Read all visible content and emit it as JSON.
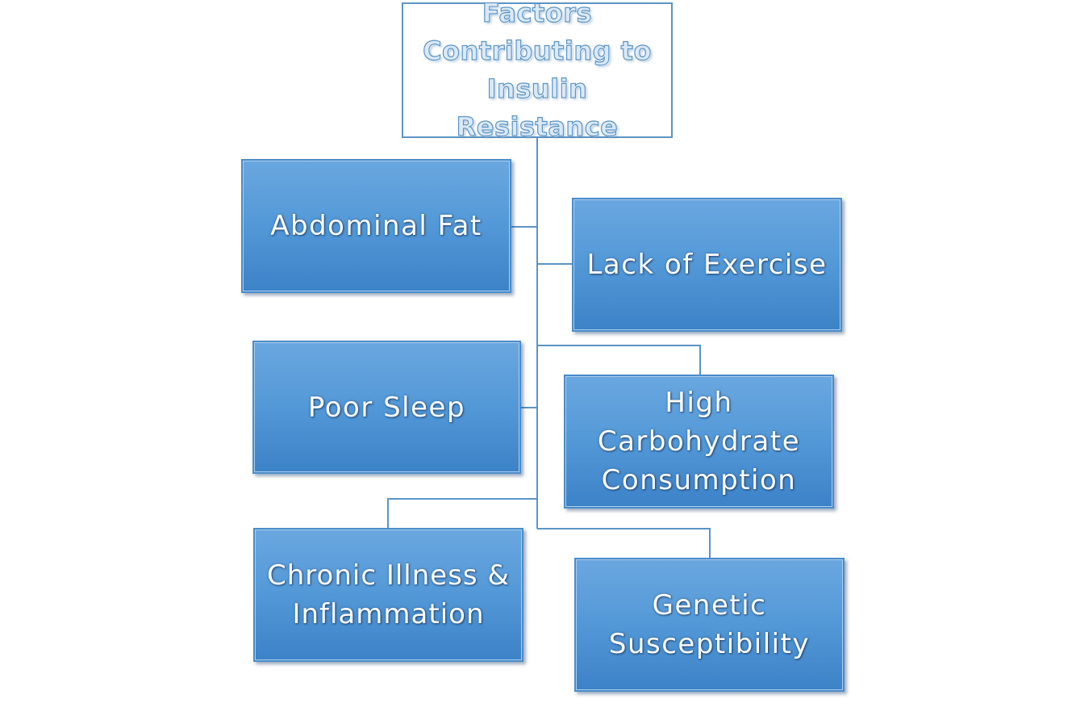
{
  "diagram": {
    "root": {
      "label": "Factors Contributing to Insulin Resistance"
    },
    "factors": [
      {
        "label": "Abdominal Fat"
      },
      {
        "label": "Lack of Exercise"
      },
      {
        "label": "Poor Sleep"
      },
      {
        "label": "High Carbohydrate Consumption"
      },
      {
        "label": "Chronic Illness & Inflammation"
      },
      {
        "label": "Genetic Susceptibility"
      }
    ]
  },
  "colors": {
    "connector": "#5b94c5",
    "node_fill": "#559ad8",
    "node_border": "#4a8cc9",
    "root_border": "#5b94c5"
  }
}
